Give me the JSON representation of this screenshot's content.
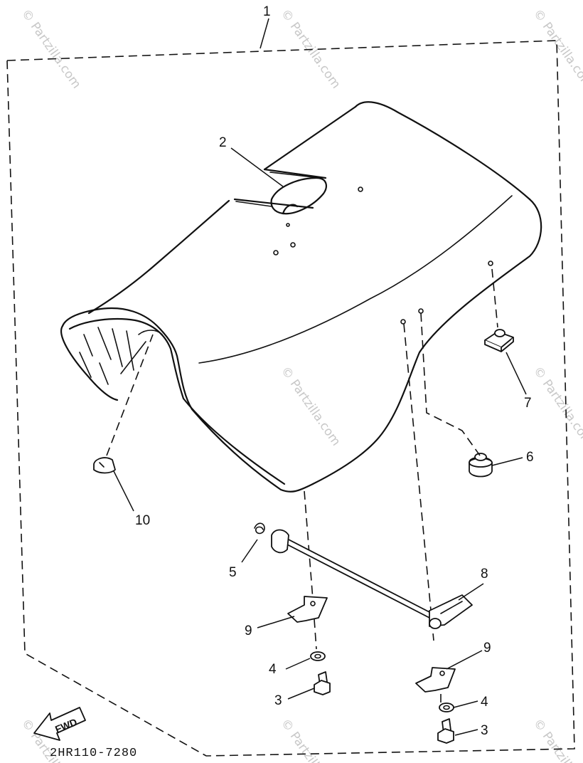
{
  "diagram": {
    "drawing_code": "2HR110-7280",
    "fwd_label": "FWD",
    "watermark": "© Partzilla.com",
    "callouts": {
      "c1": "1",
      "c2": "2",
      "c3a": "3",
      "c3b": "3",
      "c4a": "4",
      "c4b": "4",
      "c5": "5",
      "c6": "6",
      "c7": "7",
      "c8": "8",
      "c9a": "9",
      "c9b": "9",
      "c10": "10"
    }
  }
}
